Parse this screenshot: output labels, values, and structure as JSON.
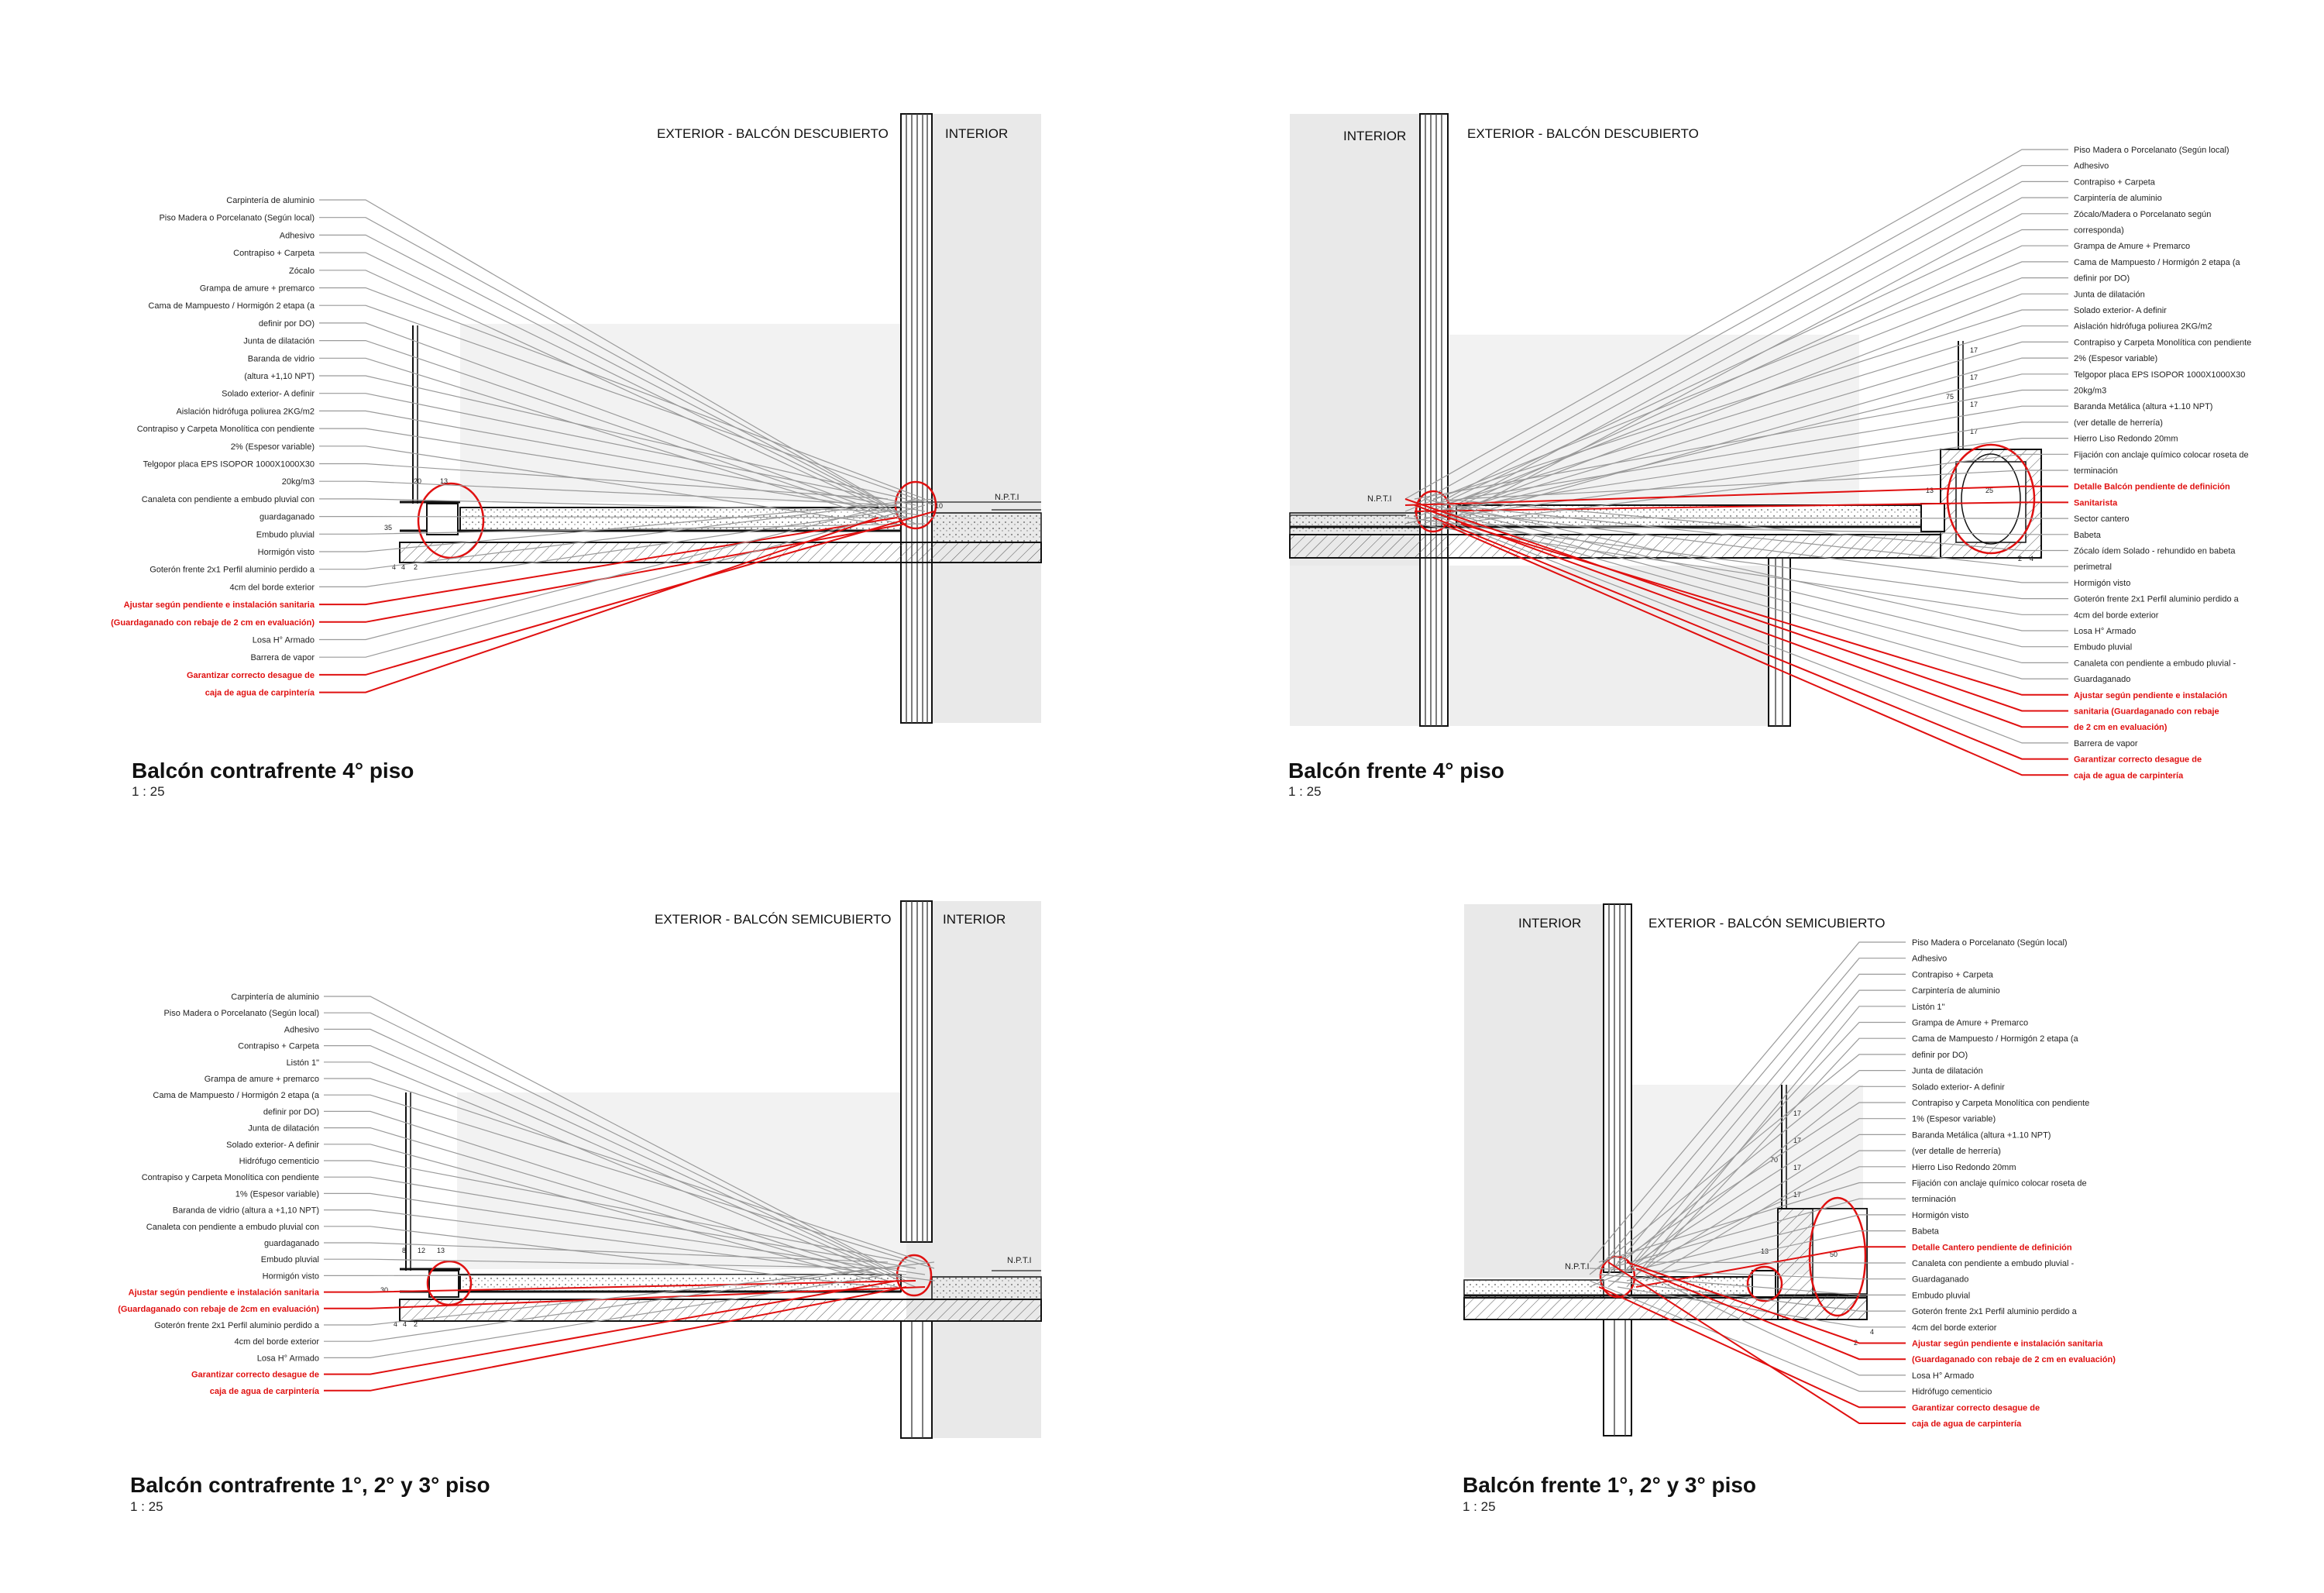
{
  "colors": {
    "accent_red": "#e01010",
    "shade": "#e9e9e9",
    "line": "#111111",
    "leader": "#9a9a9a"
  },
  "panels": [
    {
      "id": "tl",
      "title": "Balcón contrafrente 4° piso",
      "scale": "1 : 25",
      "zones": [
        "EXTERIOR - BALCÓN DESCUBIERTO",
        "INTERIOR"
      ],
      "npt": "N.P.T.I",
      "dims": [
        "20",
        "13",
        "35",
        "10",
        "4",
        "4",
        "2"
      ],
      "labels": [
        {
          "text": "Carpintería de aluminio",
          "red": false
        },
        {
          "text": "Piso Madera o Porcelanato (Según local)",
          "red": false
        },
        {
          "text": "Adhesivo",
          "red": false
        },
        {
          "text": "Contrapiso + Carpeta",
          "red": false
        },
        {
          "text": "Zócalo",
          "red": false
        },
        {
          "text": "Grampa de amure + premarco",
          "red": false
        },
        {
          "text": "Cama de Mampuesto / Hormigón 2 etapa (a",
          "red": false
        },
        {
          "text": "definir por DO)",
          "red": false
        },
        {
          "text": "Junta de dilatación",
          "red": false
        },
        {
          "text": "Baranda de vidrio",
          "red": false
        },
        {
          "text": "(altura +1,10 NPT)",
          "red": false
        },
        {
          "text": "Solado exterior- A definir",
          "red": false
        },
        {
          "text": "Aislación hidrófuga poliurea 2KG/m2",
          "red": false
        },
        {
          "text": "Contrapiso y Carpeta Monolítica con pendiente",
          "red": false
        },
        {
          "text": "2% (Espesor variable)",
          "red": false
        },
        {
          "text": "Telgopor placa EPS ISOPOR 1000X1000X30",
          "red": false
        },
        {
          "text": "20kg/m3",
          "red": false
        },
        {
          "text": "Canaleta con pendiente a embudo pluvial con",
          "red": false
        },
        {
          "text": "guardaganado",
          "red": false
        },
        {
          "text": "Embudo pluvial",
          "red": false
        },
        {
          "text": "Hormigón visto",
          "red": false
        },
        {
          "text": "Goterón frente 2x1 Perfil aluminio perdido a",
          "red": false
        },
        {
          "text": "4cm del borde exterior",
          "red": false
        },
        {
          "text": "Ajustar según pendiente e instalación sanitaria",
          "red": true
        },
        {
          "text": "(Guardaganado con rebaje  de 2 cm en evaluación)",
          "red": true
        },
        {
          "text": "Losa H° Armado",
          "red": false
        },
        {
          "text": "Barrera de vapor",
          "red": false
        },
        {
          "text": "Garantizar correcto desague de",
          "red": true
        },
        {
          "text": "caja de agua de carpintería",
          "red": true
        }
      ]
    },
    {
      "id": "tr",
      "title": "Balcón frente 4° piso",
      "scale": "1 : 25",
      "zones": [
        "INTERIOR",
        "EXTERIOR - BALCÓN DESCUBIERTO"
      ],
      "npt": "N.P.T.I",
      "dims": [
        "17",
        "17",
        "17",
        "17",
        "75",
        "13",
        "25",
        "2",
        "4"
      ],
      "labels": [
        {
          "text": "Piso Madera o Porcelanato (Según local)",
          "red": false
        },
        {
          "text": "Adhesivo",
          "red": false
        },
        {
          "text": "Contrapiso + Carpeta",
          "red": false
        },
        {
          "text": "Carpintería de aluminio",
          "red": false
        },
        {
          "text": "Zócalo/Madera o Porcelanato según",
          "red": false
        },
        {
          "text": "corresponda)",
          "red": false
        },
        {
          "text": "Grampa de Amure + Premarco",
          "red": false
        },
        {
          "text": "Cama de Mampuesto / Hormigón 2 etapa (a",
          "red": false
        },
        {
          "text": "definir por DO)",
          "red": false
        },
        {
          "text": "Junta de dilatación",
          "red": false
        },
        {
          "text": "Solado exterior- A definir",
          "red": false
        },
        {
          "text": "Aislación hidrófuga poliurea 2KG/m2",
          "red": false
        },
        {
          "text": "Contrapiso y Carpeta Monolítica con pendiente",
          "red": false
        },
        {
          "text": "2% (Espesor variable)",
          "red": false
        },
        {
          "text": "Telgopor placa EPS ISOPOR 1000X1000X30",
          "red": false
        },
        {
          "text": "20kg/m3",
          "red": false
        },
        {
          "text": "Baranda Metálica (altura +1.10 NPT)",
          "red": false
        },
        {
          "text": " (ver detalle de herrería)",
          "red": false
        },
        {
          "text": "Hierro Liso Redondo 20mm",
          "red": false
        },
        {
          "text": "Fijación con anclaje químico colocar roseta de",
          "red": false
        },
        {
          "text": "terminación",
          "red": false
        },
        {
          "text": "Detalle Balcón pendiente de definición",
          "red": true
        },
        {
          "text": "Sanitarista",
          "red": true
        },
        {
          "text": "Sector cantero",
          "red": false
        },
        {
          "text": "Babeta",
          "red": false
        },
        {
          "text": "Zócalo ídem Solado - rehundido en babeta",
          "red": false
        },
        {
          "text": "perimetral",
          "red": false
        },
        {
          "text": "Hormigón visto",
          "red": false
        },
        {
          "text": "Goterón frente 2x1 Perfil aluminio perdido a",
          "red": false
        },
        {
          "text": "4cm del borde exterior",
          "red": false
        },
        {
          "text": "Losa H° Armado",
          "red": false
        },
        {
          "text": "Embudo pluvial",
          "red": false
        },
        {
          "text": "Canaleta con pendiente a embudo pluvial -",
          "red": false
        },
        {
          "text": "Guardaganado",
          "red": false
        },
        {
          "text": "Ajustar según pendiente e instalación",
          "red": true
        },
        {
          "text": "sanitaria (Guardaganado con rebaje",
          "red": true
        },
        {
          "text": "de 2 cm en evaluación)",
          "red": true
        },
        {
          "text": "Barrera de vapor",
          "red": false
        },
        {
          "text": "Garantizar correcto desague de",
          "red": true
        },
        {
          "text": "caja de agua de carpintería",
          "red": true
        }
      ]
    },
    {
      "id": "bl",
      "title": "Balcón contrafrente 1°, 2° y 3° piso",
      "scale": "1 : 25",
      "zones": [
        "EXTERIOR - BALCÓN SEMICUBIERTO",
        "INTERIOR"
      ],
      "npt": "N.P.T.I",
      "dims": [
        "8",
        "12",
        "13",
        "30",
        "4",
        "4",
        "2"
      ],
      "labels": [
        {
          "text": "Carpintería de aluminio",
          "red": false
        },
        {
          "text": "Piso Madera o Porcelanato (Según local)",
          "red": false
        },
        {
          "text": "Adhesivo",
          "red": false
        },
        {
          "text": "Contrapiso + Carpeta",
          "red": false
        },
        {
          "text": "Listón 1\"",
          "red": false
        },
        {
          "text": "Grampa de amure + premarco",
          "red": false
        },
        {
          "text": "Cama de Mampuesto / Hormigón 2 etapa (a",
          "red": false
        },
        {
          "text": "definir por DO)",
          "red": false
        },
        {
          "text": "Junta de dilatación",
          "red": false
        },
        {
          "text": "Solado exterior- A definir",
          "red": false
        },
        {
          "text": "Hidrófugo cementicio",
          "red": false
        },
        {
          "text": "Contrapiso y Carpeta Monolítica con pendiente",
          "red": false
        },
        {
          "text": "1% (Espesor variable)",
          "red": false
        },
        {
          "text": "Baranda de vidrio (altura a +1,10 NPT)",
          "red": false
        },
        {
          "text": "Canaleta con pendiente a embudo pluvial con",
          "red": false
        },
        {
          "text": "guardaganado",
          "red": false
        },
        {
          "text": "Embudo pluvial",
          "red": false
        },
        {
          "text": "Hormigón visto",
          "red": false
        },
        {
          "text": "Ajustar según pendiente e instalación sanitaria",
          "red": true
        },
        {
          "text": "(Guardaganado con rebaje de 2cm en evaluación)",
          "red": true
        },
        {
          "text": "Goterón frente 2x1 Perfil aluminio perdido a",
          "red": false
        },
        {
          "text": "4cm del borde exterior",
          "red": false
        },
        {
          "text": "Losa H° Armado",
          "red": false
        },
        {
          "text": "Garantizar correcto desague de",
          "red": true
        },
        {
          "text": "caja de agua de carpintería",
          "red": true
        }
      ]
    },
    {
      "id": "br",
      "title": "Balcón frente 1°, 2° y 3° piso",
      "scale": "1 : 25",
      "zones": [
        "INTERIOR",
        "EXTERIOR - BALCÓN SEMICUBIERTO"
      ],
      "npt": "N.P.T.I",
      "dims": [
        "17",
        "17",
        "17",
        "17",
        "70",
        "13",
        "50",
        "2",
        "4"
      ],
      "labels": [
        {
          "text": "Piso Madera o Porcelanato (Según local)",
          "red": false
        },
        {
          "text": "Adhesivo",
          "red": false
        },
        {
          "text": "Contrapiso + Carpeta",
          "red": false
        },
        {
          "text": "Carpintería de aluminio",
          "red": false
        },
        {
          "text": "Listón 1\"",
          "red": false
        },
        {
          "text": "Grampa de Amure + Premarco",
          "red": false
        },
        {
          "text": "Cama de Mampuesto / Hormigón 2 etapa (a",
          "red": false
        },
        {
          "text": "definir por DO)",
          "red": false
        },
        {
          "text": "Junta de dilatación",
          "red": false
        },
        {
          "text": "Solado exterior- A definir",
          "red": false
        },
        {
          "text": "Contrapiso y Carpeta Monolítica con pendiente",
          "red": false
        },
        {
          "text": "1% (Espesor variable)",
          "red": false
        },
        {
          "text": "Baranda Metálica (altura +1.10 NPT)",
          "red": false
        },
        {
          "text": " (ver detalle de herrería)",
          "red": false
        },
        {
          "text": "Hierro Liso Redondo 20mm",
          "red": false
        },
        {
          "text": "Fijación con anclaje químico colocar roseta de",
          "red": false
        },
        {
          "text": "terminación",
          "red": false
        },
        {
          "text": "Hormigón visto",
          "red": false
        },
        {
          "text": "Babeta",
          "red": false
        },
        {
          "text": "Detalle Cantero pendiente de definición",
          "red": true
        },
        {
          "text": "Canaleta con pendiente a embudo pluvial -",
          "red": false
        },
        {
          "text": "Guardaganado",
          "red": false
        },
        {
          "text": "Embudo pluvial",
          "red": false
        },
        {
          "text": "Goterón frente 2x1 Perfil aluminio perdido a",
          "red": false
        },
        {
          "text": "4cm del borde exterior",
          "red": false
        },
        {
          "text": "Ajustar según pendiente e instalación sanitaria",
          "red": true
        },
        {
          "text": "(Guardaganado con rebaje de 2 cm en evaluación)",
          "red": true
        },
        {
          "text": "Losa H° Armado",
          "red": false
        },
        {
          "text": "Hidrófugo cementicio",
          "red": false
        },
        {
          "text": "Garantizar correcto desague de",
          "red": true
        },
        {
          "text": "caja de agua de carpintería",
          "red": true
        }
      ]
    }
  ]
}
